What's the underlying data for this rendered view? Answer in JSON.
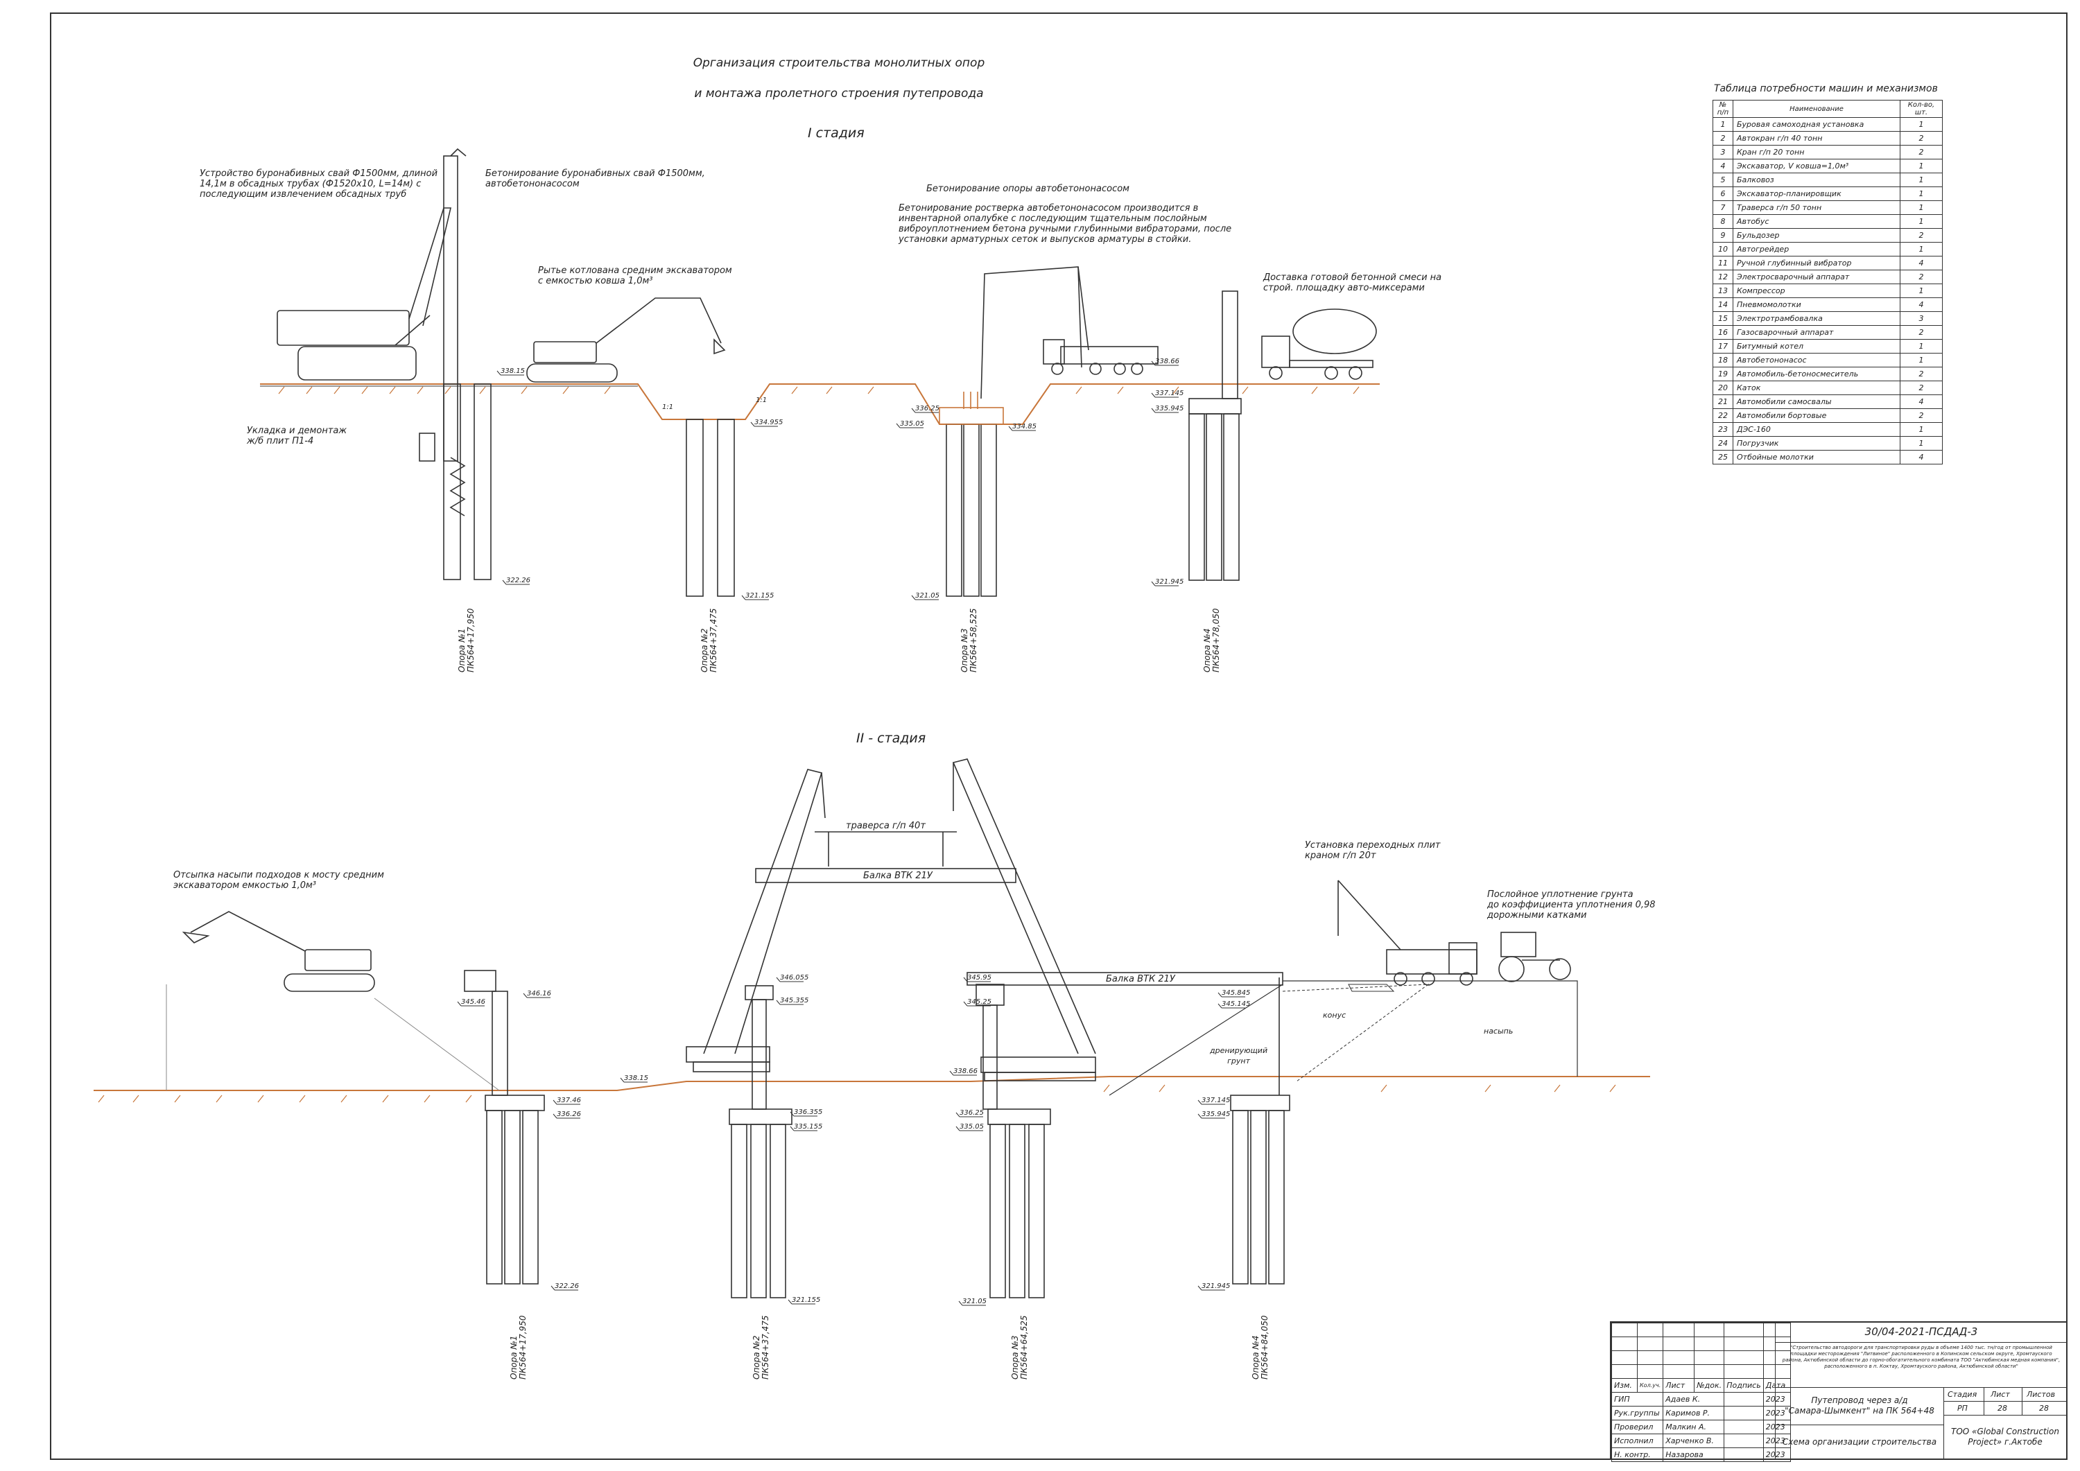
{
  "header": {
    "title_line1": "Организация строительства монолитных опор",
    "title_line2": "и монтажа пролетного строения путепровода",
    "stage1": "I стадия",
    "stage2": "II - стадия"
  },
  "stage1_notes": {
    "piles": "Устройство буронабивных свай Ф1500мм, длиной\n14,1м в обсадных трубах (Ф1520х10, L=14м) с\nпоследующим извлечением обсадных труб",
    "concreting_piles": "Бетонирование  буронабивных свай Ф1500мм,\nавтобетононасосом",
    "excavation": "Рытье котлована средним экскаватором\nс емкостью ковша 1,0м³",
    "concreting_support_title": "Бетонирование   опоры автобетононасосом",
    "concreting_support": "Бетонирование ростверка автобетононасосом производится в\nинвентарной опалубке с последующим тщательным послойным\nвиброуплотнением бетона ручными глубинными вибраторами, после\nустановки арматурных сеток и выпусков арматуры в стойки.",
    "delivery": "Доставка готовой бетонной смеси на\nстрой. площадку авто-миксерами",
    "slabs": "Укладка и демонтаж\nж/б плит П1-4",
    "slope1": "1:1",
    "slope2": "1:1"
  },
  "stage1_marks": [
    "338.15",
    "322.26",
    "334.955",
    "321.155",
    "336.25",
    "335.05",
    "334.85",
    "321.05",
    "338.66",
    "337.145",
    "335.945",
    "321.945"
  ],
  "stage1_supports": [
    {
      "name": "Опора №1",
      "pk": "ПК564+17,950"
    },
    {
      "name": "Опора №2",
      "pk": "ПК564+37,475"
    },
    {
      "name": "Опора №3",
      "pk": "ПК564+58,525"
    },
    {
      "name": "Опора №4",
      "pk": "ПК564+78,050"
    }
  ],
  "stage2_notes": {
    "fill": "Отсыпка насыпи подходов к мосту средним\nэкскаватором емкостью 1,0м³",
    "traverse": "траверса г/п 40т",
    "beam_top": "Балка ВТК 21У",
    "beam_deck": "Балка ВТК 21У",
    "slabs_install": "Установка переходных плит\nкраном г/п 20т",
    "compaction": "Послойное уплотнение грунта\nдо коэффициента уплотнения 0,98\nдорожными катками",
    "cone": "конус",
    "drain": "дренирующий\nгрунт",
    "embankment": "насыпь"
  },
  "stage2_marks": [
    "346.16",
    "345.46",
    "337.46",
    "336.26",
    "346.055",
    "345.355",
    "338.15",
    "336.355",
    "335.155",
    "345.95",
    "345.25",
    "338.66",
    "336.25",
    "335.05",
    "345.845",
    "345.145",
    "337.145",
    "335.945",
    "322.26",
    "321.155",
    "321.05",
    "321.945"
  ],
  "stage2_supports": [
    {
      "name": "Опора №1",
      "pk": "ПК564+17,950"
    },
    {
      "name": "Опора №2",
      "pk": "ПК564+37,475"
    },
    {
      "name": "Опора №3",
      "pk": "ПК564+64,525"
    },
    {
      "name": "Опора №4",
      "pk": "ПК564+84,050"
    }
  ],
  "machines": {
    "caption": "Таблица потребности машин и механизмов",
    "headers": [
      "№\nп/п",
      "Наименование",
      "Кол-во,\nшт."
    ],
    "rows": [
      [
        "1",
        "Буровая самоходная установка",
        "1"
      ],
      [
        "2",
        "Автокран г/п 40 тонн",
        "2"
      ],
      [
        "3",
        "Кран г/п 20 тонн",
        "2"
      ],
      [
        "4",
        "Экскаватор, V ковша=1,0м³",
        "1"
      ],
      [
        "5",
        "Балковоз",
        "1"
      ],
      [
        "6",
        "Экскаватор-планировщик",
        "1"
      ],
      [
        "7",
        "Траверса г/п 50 тонн",
        "1"
      ],
      [
        "8",
        "Автобус",
        "1"
      ],
      [
        "9",
        "Бульдозер",
        "2"
      ],
      [
        "10",
        "Автогрейдер",
        "1"
      ],
      [
        "11",
        "Ручной глубинный вибратор",
        "4"
      ],
      [
        "12",
        "Электросварочный аппарат",
        "2"
      ],
      [
        "13",
        "Компрессор",
        "1"
      ],
      [
        "14",
        "Пневмомолотки",
        "4"
      ],
      [
        "15",
        "Электротрамбовалка",
        "3"
      ],
      [
        "16",
        "Газосварочный аппарат",
        "2"
      ],
      [
        "17",
        "Битумный котел",
        "1"
      ],
      [
        "18",
        "Автобетононасос",
        "1"
      ],
      [
        "19",
        "Автомобиль-бетоносмеситель",
        "2"
      ],
      [
        "20",
        "Каток",
        "2"
      ],
      [
        "21",
        "Автомобили самосвалы",
        "4"
      ],
      [
        "22",
        "Автомобили бортовые",
        "2"
      ],
      [
        "23",
        "ДЭС-160",
        "1"
      ],
      [
        "24",
        "Погрузчик",
        "1"
      ],
      [
        "25",
        "Отбойные молотки",
        "4"
      ]
    ]
  },
  "title_block": {
    "code": "30/04-2021-ПСДАД-3",
    "description": "\"Строительство автодороги для транспортировки руды в объеме 1400 тыс. тн/год от промышленной площадки месторождения \"Литвиное\" расположенного в Копинском сельском округе, Хромтауского района, Актюбинской области до горно-обогатительного комбината ТОО \"Актюбинская медная компания\", расположенного в п. Коктау, Хромтауского района, Актюбинской области\"",
    "object": "Путепровод через а/д\n\"Самара-Шымкент\" на ПК 564+48",
    "sheet_name": "Схема организации строительства",
    "company": "ТОО «Global Construction\nProject» г.Актобе",
    "col_headers": [
      "Изм.",
      "Кол.уч.",
      "Лист",
      "№док.",
      "Подпись",
      "Дата"
    ],
    "people": [
      {
        "role": "ГИП",
        "name": "Адаев К.",
        "date": "2023"
      },
      {
        "role": "Рук.группы",
        "name": "Каримов Р.",
        "date": "2023"
      },
      {
        "role": "Проверил",
        "name": "Малкин А.",
        "date": "2023"
      },
      {
        "role": "Исполнил",
        "name": "Харченко В.",
        "date": "2023"
      },
      {
        "role": "Н. контр.",
        "name": "Назарова",
        "date": "2023"
      }
    ],
    "stage_label": "Стадия",
    "sheet_label": "Лист",
    "sheets_label": "Листов",
    "stage": "РП",
    "sheet": "28",
    "sheets": "28"
  }
}
